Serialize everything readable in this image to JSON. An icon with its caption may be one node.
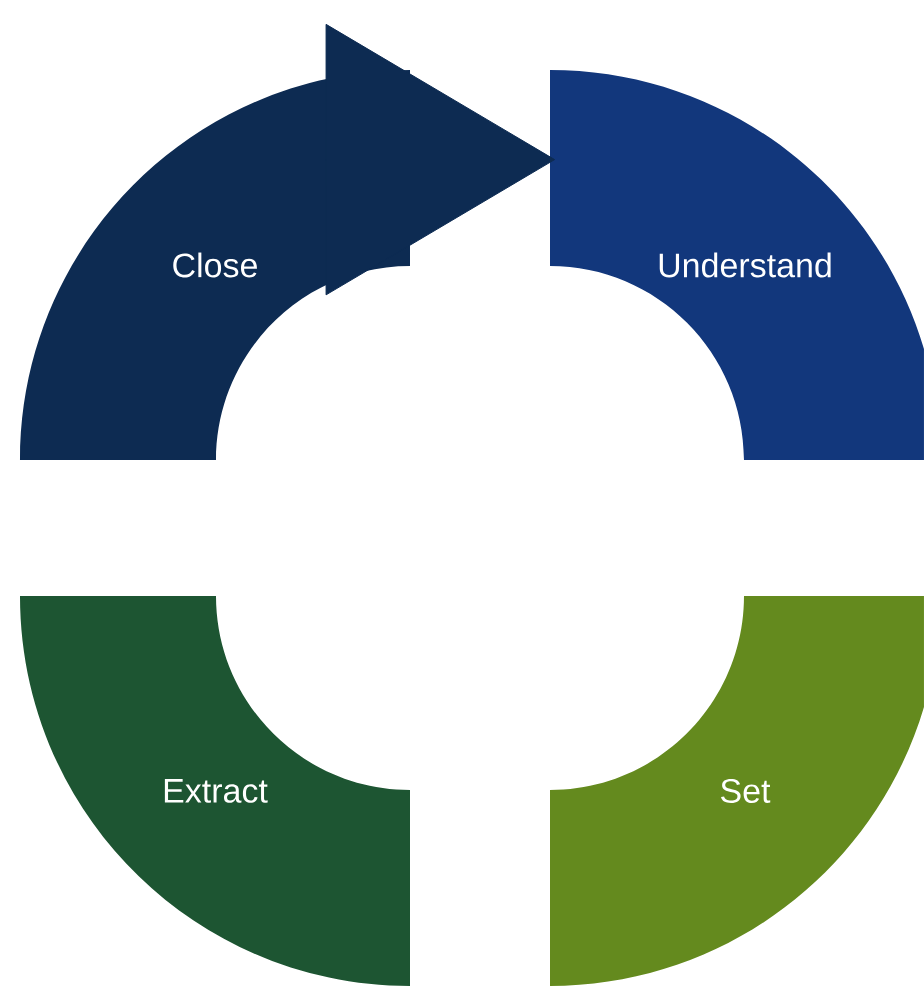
{
  "diagram": {
    "nodes": [
      {
        "text": [
          "Close"
        ]
      },
      {
        "text": [
          "Understand"
        ]
      },
      {
        "text": [
          "Extract"
        ]
      },
      {
        "text": [
          "Set"
        ]
      }
    ],
    "edges": [
      {
        "from": 0,
        "to": 1,
        "arrow": "to"
      }
    ]
  }
}
